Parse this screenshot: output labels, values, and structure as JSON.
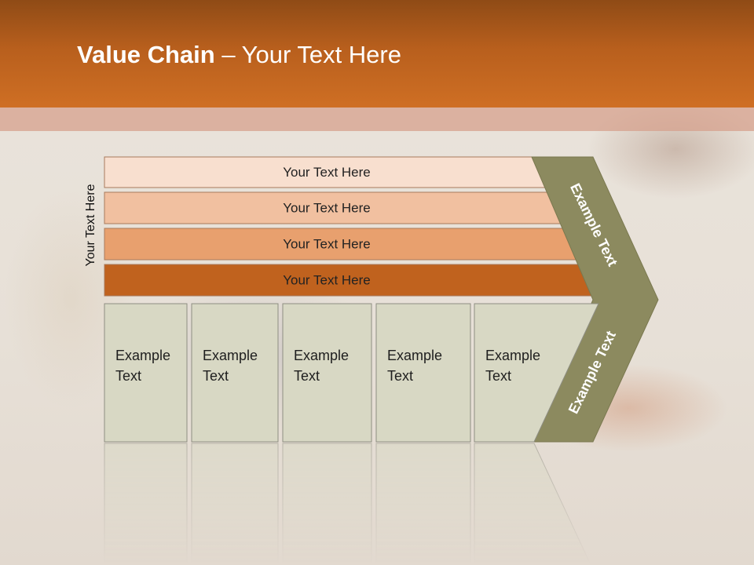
{
  "slide": {
    "title_bold": "Value Chain",
    "title_rest": " – Your Text Here",
    "side_label": "Your Text Here"
  },
  "bands": [
    {
      "label": "Your Text Here",
      "color": "#f8dfcf"
    },
    {
      "label": "Your Text Here",
      "color": "#f1c0a0"
    },
    {
      "label": "Your Text Here",
      "color": "#e8a06e"
    },
    {
      "label": "Your Text Here",
      "color": "#c0621e"
    }
  ],
  "boxes": [
    {
      "line1": "Example",
      "line2": "Text"
    },
    {
      "line1": "Example",
      "line2": "Text"
    },
    {
      "line1": "Example",
      "line2": "Text"
    },
    {
      "line1": "Example",
      "line2": "Text"
    },
    {
      "line1": "Example",
      "line2": "Text"
    }
  ],
  "chevron": {
    "upper_label": "Example Text",
    "lower_label": "Example Text",
    "color": "#8c8a5f"
  },
  "colors": {
    "header": "#c0621e",
    "box_fill": "#d8d8c4",
    "box_stroke": "#8e8e82"
  }
}
